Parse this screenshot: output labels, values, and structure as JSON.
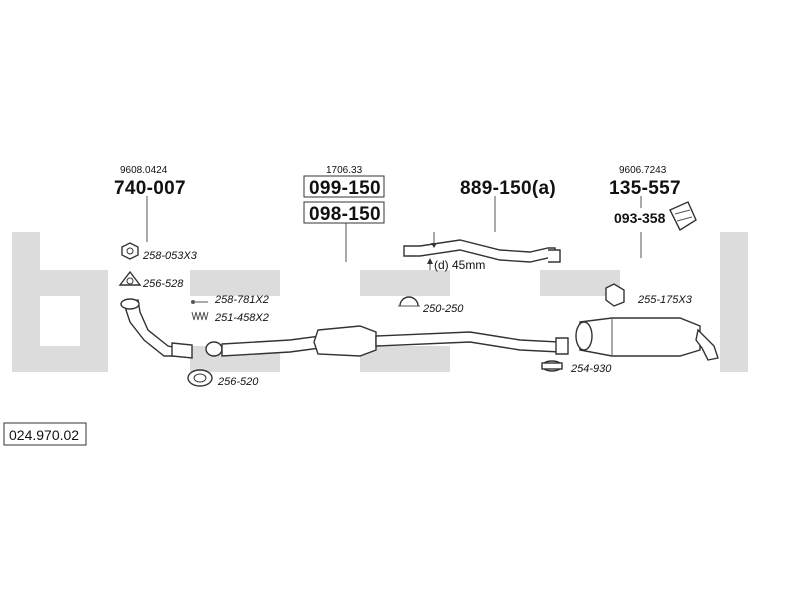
{
  "diagram_id": "024.970.02",
  "top_refs": {
    "left_small": "9608.0424",
    "left_big": "740-007",
    "center_small": "1706.33",
    "center_box1": "099-150",
    "center_box2": "098-150",
    "mid_big": "889-150(a)",
    "mid_note": "(d) 45mm",
    "right_small": "9606.7243",
    "right_big": "135-557",
    "right_mid": "093-358"
  },
  "parts": {
    "p1": "258-053X3",
    "p2": "256-528",
    "p3": "258-781X2",
    "p4": "251-458X2",
    "p5": "256-520",
    "p6": "250-250",
    "p7": "254-930",
    "p8": "255-175X3"
  }
}
